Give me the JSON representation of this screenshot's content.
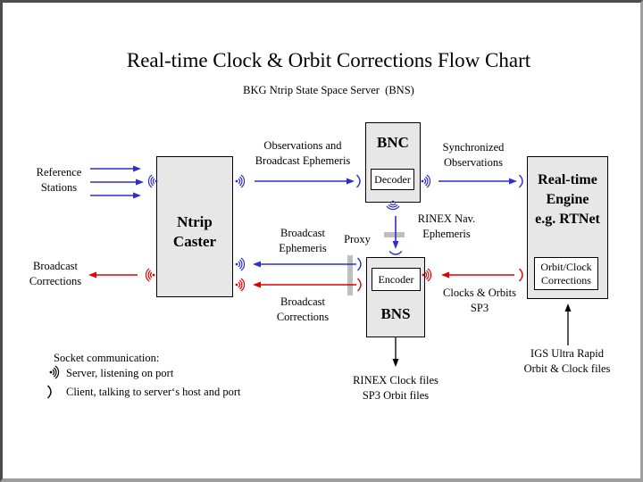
{
  "colors": {
    "blue": "#2e2ecc",
    "red": "#e00000",
    "black": "#000000",
    "box_fill": "#e7e7e7",
    "subbox_fill": "#ffffff",
    "proxy_bar": "#bfbfbf",
    "frame_dark": "#4d4d4d",
    "frame_light": "#9e9e9e"
  },
  "title": "Real-time Clock & Orbit Corrections Flow Chart",
  "subtitle": "BKG Ntrip State Space Server  (BNS)",
  "nodes": {
    "ntrip_caster": {
      "line1": "Ntrip",
      "line2": "Caster"
    },
    "bnc": {
      "title": "BNC",
      "module": "Decoder"
    },
    "bns": {
      "title": "BNS",
      "module": "Encoder"
    },
    "rt_engine": {
      "line1": "Real-time",
      "line2": "Engine",
      "line3": "e.g. RTNet",
      "module_line1": "Orbit/Clock",
      "module_line2": "Corrections"
    }
  },
  "labels": {
    "reference_stations": {
      "line1": "Reference",
      "line2": "Stations"
    },
    "broadcast_corrections_left": {
      "line1": "Broadcast",
      "line2": "Corrections"
    },
    "observations_ephemeris": {
      "line1": "Observations and",
      "line2": "Broadcast Ephemeris"
    },
    "synchronized_observations": {
      "line1": "Synchronized",
      "line2": "Observations"
    },
    "rinex_nav_ephemeris": {
      "line1": "RINEX Nav.",
      "line2": "Ephemeris"
    },
    "proxy": "Proxy",
    "broadcast_ephemeris": {
      "line1": "Broadcast",
      "line2": "Ephemeris"
    },
    "broadcast_corrections_mid": {
      "line1": "Broadcast",
      "line2": "Corrections"
    },
    "clocks_orbits_sp3": {
      "line1": "Clocks & Orbits",
      "line2": "SP3"
    },
    "igs_ultra_rapid": {
      "line1": "IGS Ultra Rapid",
      "line2": "Orbit & Clock files"
    },
    "rinex_output_files": {
      "line1": "RINEX Clock files",
      "line2": "SP3 Orbit files"
    }
  },
  "legend": {
    "heading": "Socket communication:",
    "server_item": "Server, listening on port",
    "client_item": "Client, talking to server‘s host and port"
  },
  "icons": {
    "socket_server": "dot-with-three-radiating-arcs",
    "socket_client": "single-arc-bracket"
  }
}
